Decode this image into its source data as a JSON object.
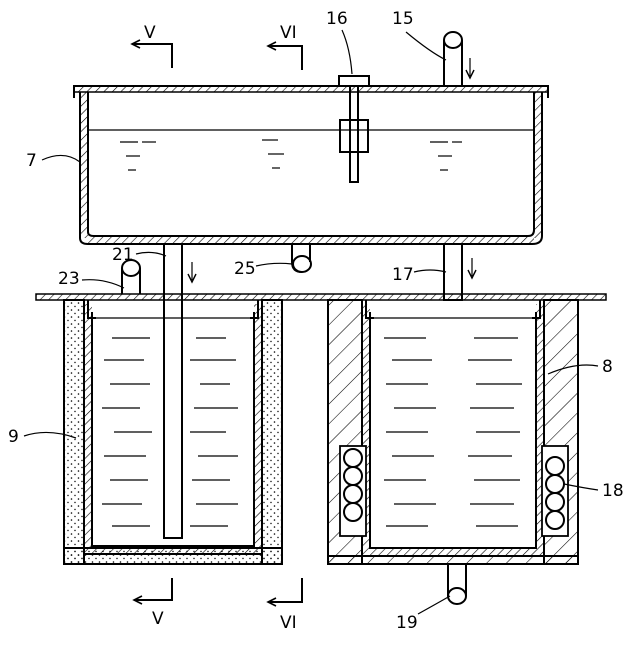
{
  "labels": {
    "tank_upper": "7",
    "vessel_right": "8",
    "vessel_left": "9",
    "pipe_inlet": "15",
    "float_valve": "16",
    "pipe_drop_right": "17",
    "coil_tubes": "18",
    "pipe_drain": "19",
    "pipe_drop_left": "21",
    "pipe_left_top": "23",
    "pipe_upper_outlet": "25"
  },
  "section_marks": {
    "v_top": "V",
    "vi_top": "VI",
    "v_bottom": "V",
    "vi_bottom": "VI"
  }
}
